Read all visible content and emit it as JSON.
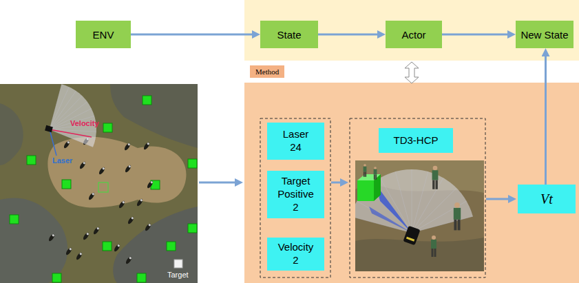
{
  "diagram": {
    "nodes": [
      {
        "text": [
          "ENV"
        ]
      },
      {
        "text": [
          "State"
        ]
      },
      {
        "text": [
          "Actor"
        ]
      },
      {
        "text": [
          "New State"
        ]
      },
      {
        "text": [
          "Method"
        ]
      },
      {
        "text": [
          "Laser",
          "24"
        ],
        "in": 4
      },
      {
        "text": [
          "Target Positive",
          "2"
        ],
        "in": 4
      },
      {
        "text": [
          "Velocity",
          "2"
        ],
        "in": 4
      },
      {
        "text": [
          "TD3-HCP"
        ],
        "in": 4
      },
      {
        "text": [
          "Vt"
        ],
        "in": 4
      }
    ],
    "edges": [
      {
        "from": 0,
        "to": 1,
        "arrow": "to"
      },
      {
        "from": 1,
        "to": 2,
        "arrow": "to"
      },
      {
        "from": 2,
        "to": 3,
        "arrow": "to"
      },
      {
        "from": 9,
        "to": 3,
        "arrow": "to"
      }
    ],
    "labels": [
      "Velocity",
      "Laser",
      "Target"
    ]
  }
}
